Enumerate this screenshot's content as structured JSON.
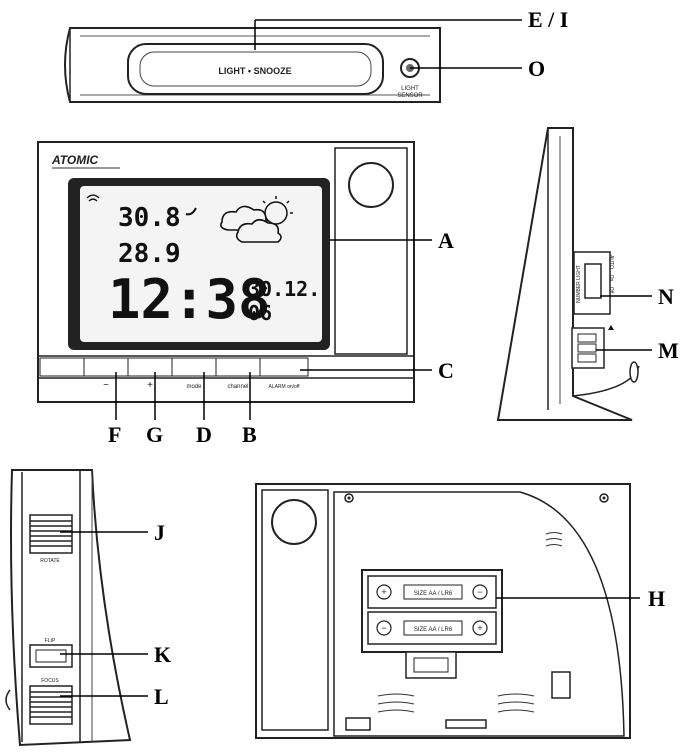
{
  "callouts": {
    "ei": "E / I",
    "o": "O",
    "a": "A",
    "c": "C",
    "f": "F",
    "g": "G",
    "d": "D",
    "b": "B",
    "n": "N",
    "m": "M",
    "j": "J",
    "k": "K",
    "l": "L",
    "h": "H"
  },
  "top_view": {
    "bar_label": "LIGHT • SNOOZE",
    "sensor_label_1": "LIGHT",
    "sensor_label_2": "SENSOR"
  },
  "front_view": {
    "brand": "ATOMIC",
    "temp_outdoor": "30.8",
    "temp_indoor": "28.9",
    "time": "12:38",
    "date_top": "30.12.",
    "date_bottom": "06",
    "buttons": [
      "−",
      "+",
      "mode",
      "channel",
      "ALARM on/off"
    ]
  },
  "side_view_right": {
    "slot_label": "NUMBER LIGHT",
    "switch_labels": [
      "AUTO",
      "On",
      "Off"
    ]
  },
  "side_view_left": {
    "rotate_label": "ROTATE",
    "flip_label": "FLIP",
    "focus_label": "FOCUS"
  },
  "back_view": {
    "battery_1": "SIZE AA / LR6",
    "battery_2": "SIZE AA / LR6",
    "plus": "+",
    "minus": "−"
  }
}
